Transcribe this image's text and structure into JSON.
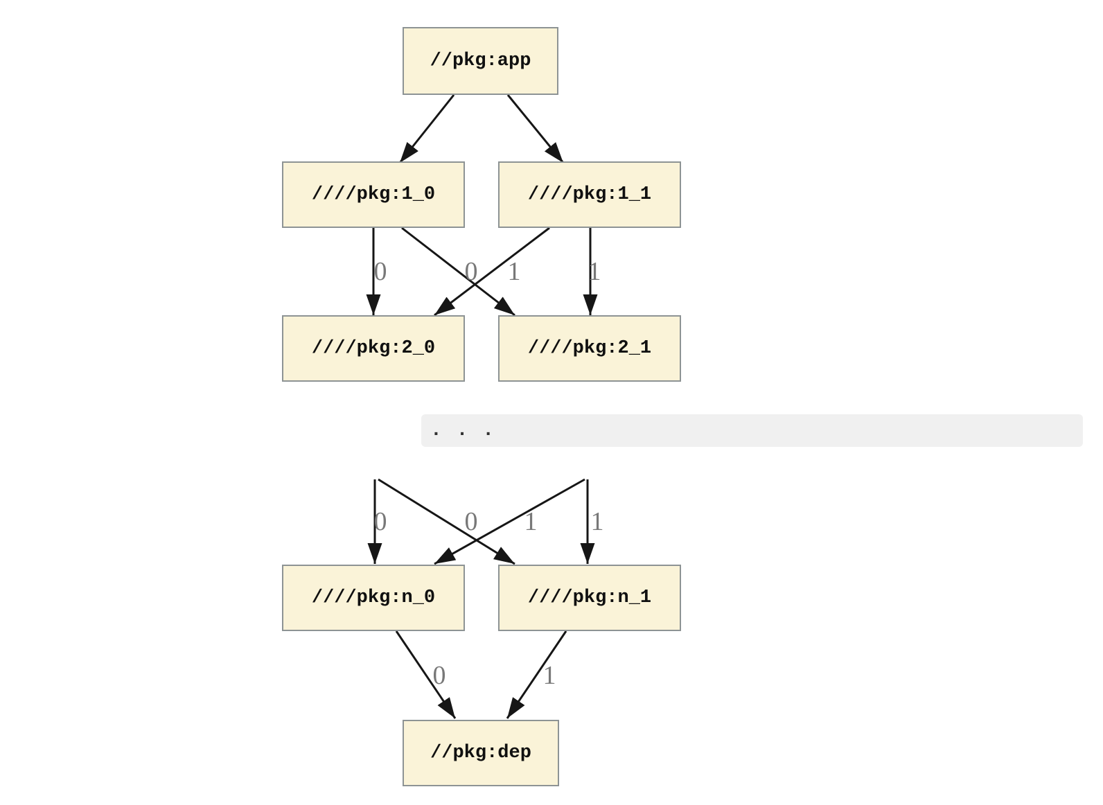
{
  "diagram": {
    "type": "dependency-graph",
    "colors": {
      "background": "#ffffff",
      "node_fill": "#faf3d8",
      "node_border": "#8d9394",
      "edge": "#161616",
      "edge_label": "#787878",
      "ellipsis_bar_fill": "#f0f0f0",
      "ellipsis_text": "#333333",
      "node_text": "#101010"
    },
    "nodes": [
      {
        "id": "app",
        "label": "//pkg:app"
      },
      {
        "id": "1_0",
        "label": "////pkg:1_0"
      },
      {
        "id": "1_1",
        "label": "////pkg:1_1"
      },
      {
        "id": "2_0",
        "label": "////pkg:2_0"
      },
      {
        "id": "2_1",
        "label": "////pkg:2_1"
      },
      {
        "id": "n_0",
        "label": "////pkg:n_0"
      },
      {
        "id": "n_1",
        "label": "////pkg:n_1"
      },
      {
        "id": "dep",
        "label": "//pkg:dep"
      }
    ],
    "edges": [
      {
        "from": "//pkg:app",
        "to": "////pkg:1_0",
        "label": ""
      },
      {
        "from": "//pkg:app",
        "to": "////pkg:1_1",
        "label": ""
      },
      {
        "from": "////pkg:1_0",
        "to": "////pkg:2_0",
        "label": "0"
      },
      {
        "from": "////pkg:1_0",
        "to": "////pkg:2_1",
        "label": "0"
      },
      {
        "from": "////pkg:1_1",
        "to": "////pkg:2_0",
        "label": "1"
      },
      {
        "from": "////pkg:1_1",
        "to": "////pkg:2_1",
        "label": "1"
      },
      {
        "from": "...",
        "to": "////pkg:n_0",
        "label": "0"
      },
      {
        "from": "...",
        "to": "////pkg:n_1",
        "label": "0"
      },
      {
        "from": "...",
        "to": "////pkg:n_0",
        "label": "1"
      },
      {
        "from": "...",
        "to": "////pkg:n_1",
        "label": "1"
      },
      {
        "from": "////pkg:n_0",
        "to": "//pkg:dep",
        "label": "0"
      },
      {
        "from": "////pkg:n_1",
        "to": "//pkg:dep",
        "label": "1"
      }
    ],
    "ellipsis_label": ". . ."
  }
}
